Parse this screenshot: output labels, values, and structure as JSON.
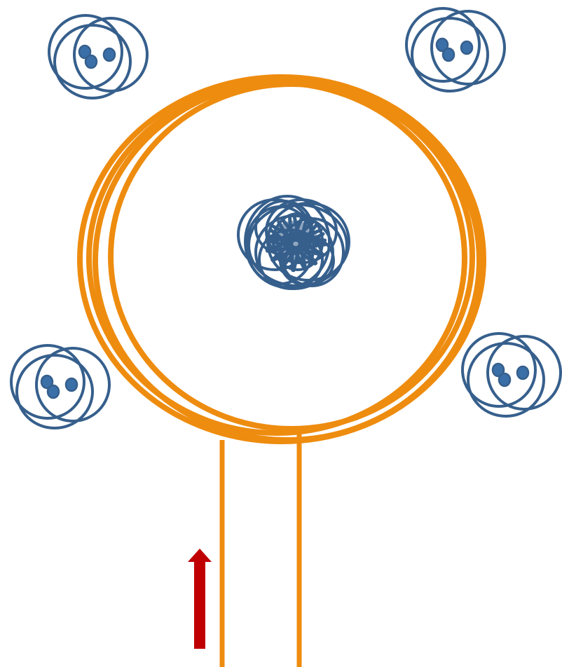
{
  "colors": {
    "coil": "#EE8C0F",
    "atom": "#365F8C",
    "dot_fill": "#3B6FA8",
    "arrow": "#C00000",
    "background": "#FFFFFF"
  },
  "icons": {
    "coil": "wire-coil-icon",
    "central_tangle": "tangled-ring-cluster-icon",
    "atom": "atom-pair-icon",
    "arrow": "up-arrow-icon"
  },
  "diagram": {
    "coil_turns": 4,
    "atom_count": 4,
    "current_direction": "up"
  }
}
